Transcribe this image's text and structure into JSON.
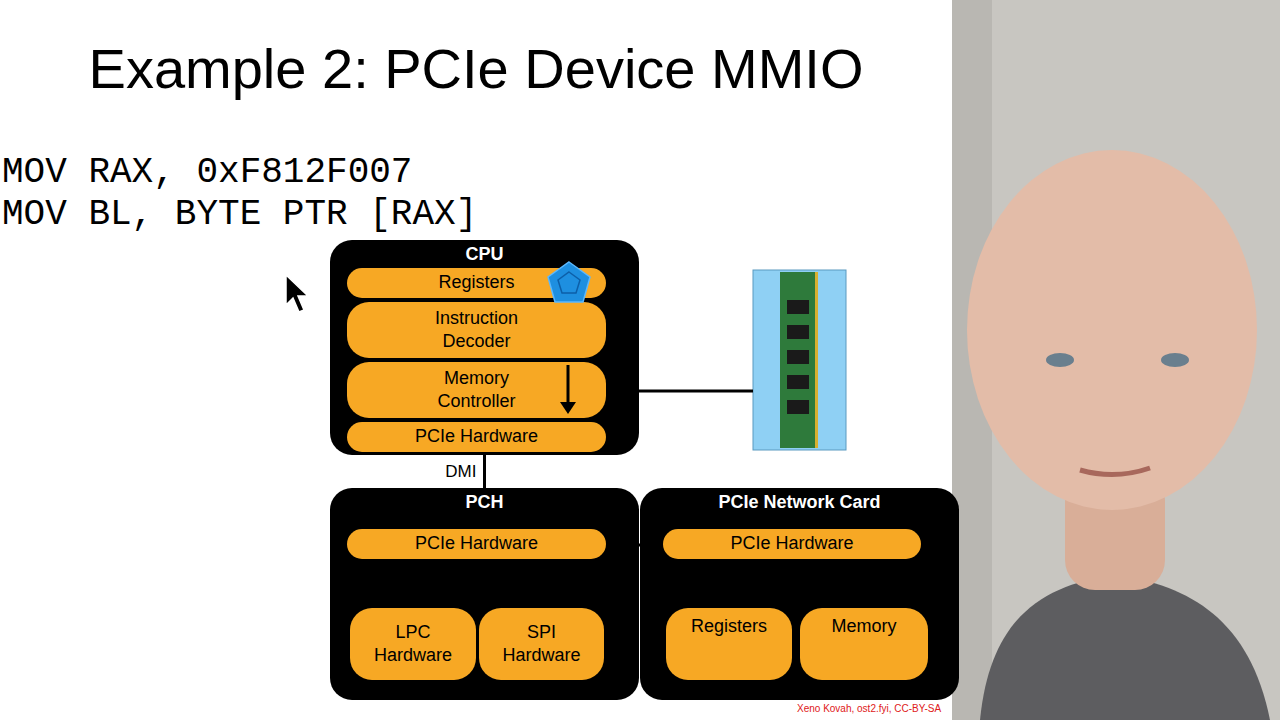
{
  "diagram": {
    "title": "Example 2: PCIe Device MMIO",
    "nodes": [
      {
        "text": [
          "CPU"
        ]
      },
      {
        "text": [
          "Registers"
        ],
        "in": 0
      },
      {
        "text": [
          "Instruction Decoder"
        ],
        "in": 0
      },
      {
        "text": [
          "Memory Controller"
        ],
        "in": 0
      },
      {
        "text": [
          "PCIe Hardware"
        ],
        "in": 0
      },
      {
        "text": [
          "PCH"
        ]
      },
      {
        "text": [
          "PCIe Hardware"
        ],
        "in": 5
      },
      {
        "text": [
          "LPC Hardware"
        ],
        "in": 5
      },
      {
        "text": [
          "SPI Hardware"
        ],
        "in": 5
      },
      {
        "text": [
          "PCIe Network Card"
        ]
      },
      {
        "text": [
          "PCIe Hardware"
        ],
        "in": 9
      },
      {
        "text": [
          "Registers"
        ],
        "in": 9
      },
      {
        "text": [
          "Memory"
        ],
        "in": 9
      }
    ],
    "edges": [
      {
        "from": 0,
        "to": 5,
        "arrow": "none",
        "label": "DMI"
      },
      {
        "from": 5,
        "to": 9,
        "arrow": "none"
      }
    ],
    "labels": [
      "MOV RAX, 0xF812F007",
      "MOV BL, BYTE PTR [RAX]",
      "Xeno Kovah, ost2.fyi, CC-BY-SA"
    ]
  }
}
